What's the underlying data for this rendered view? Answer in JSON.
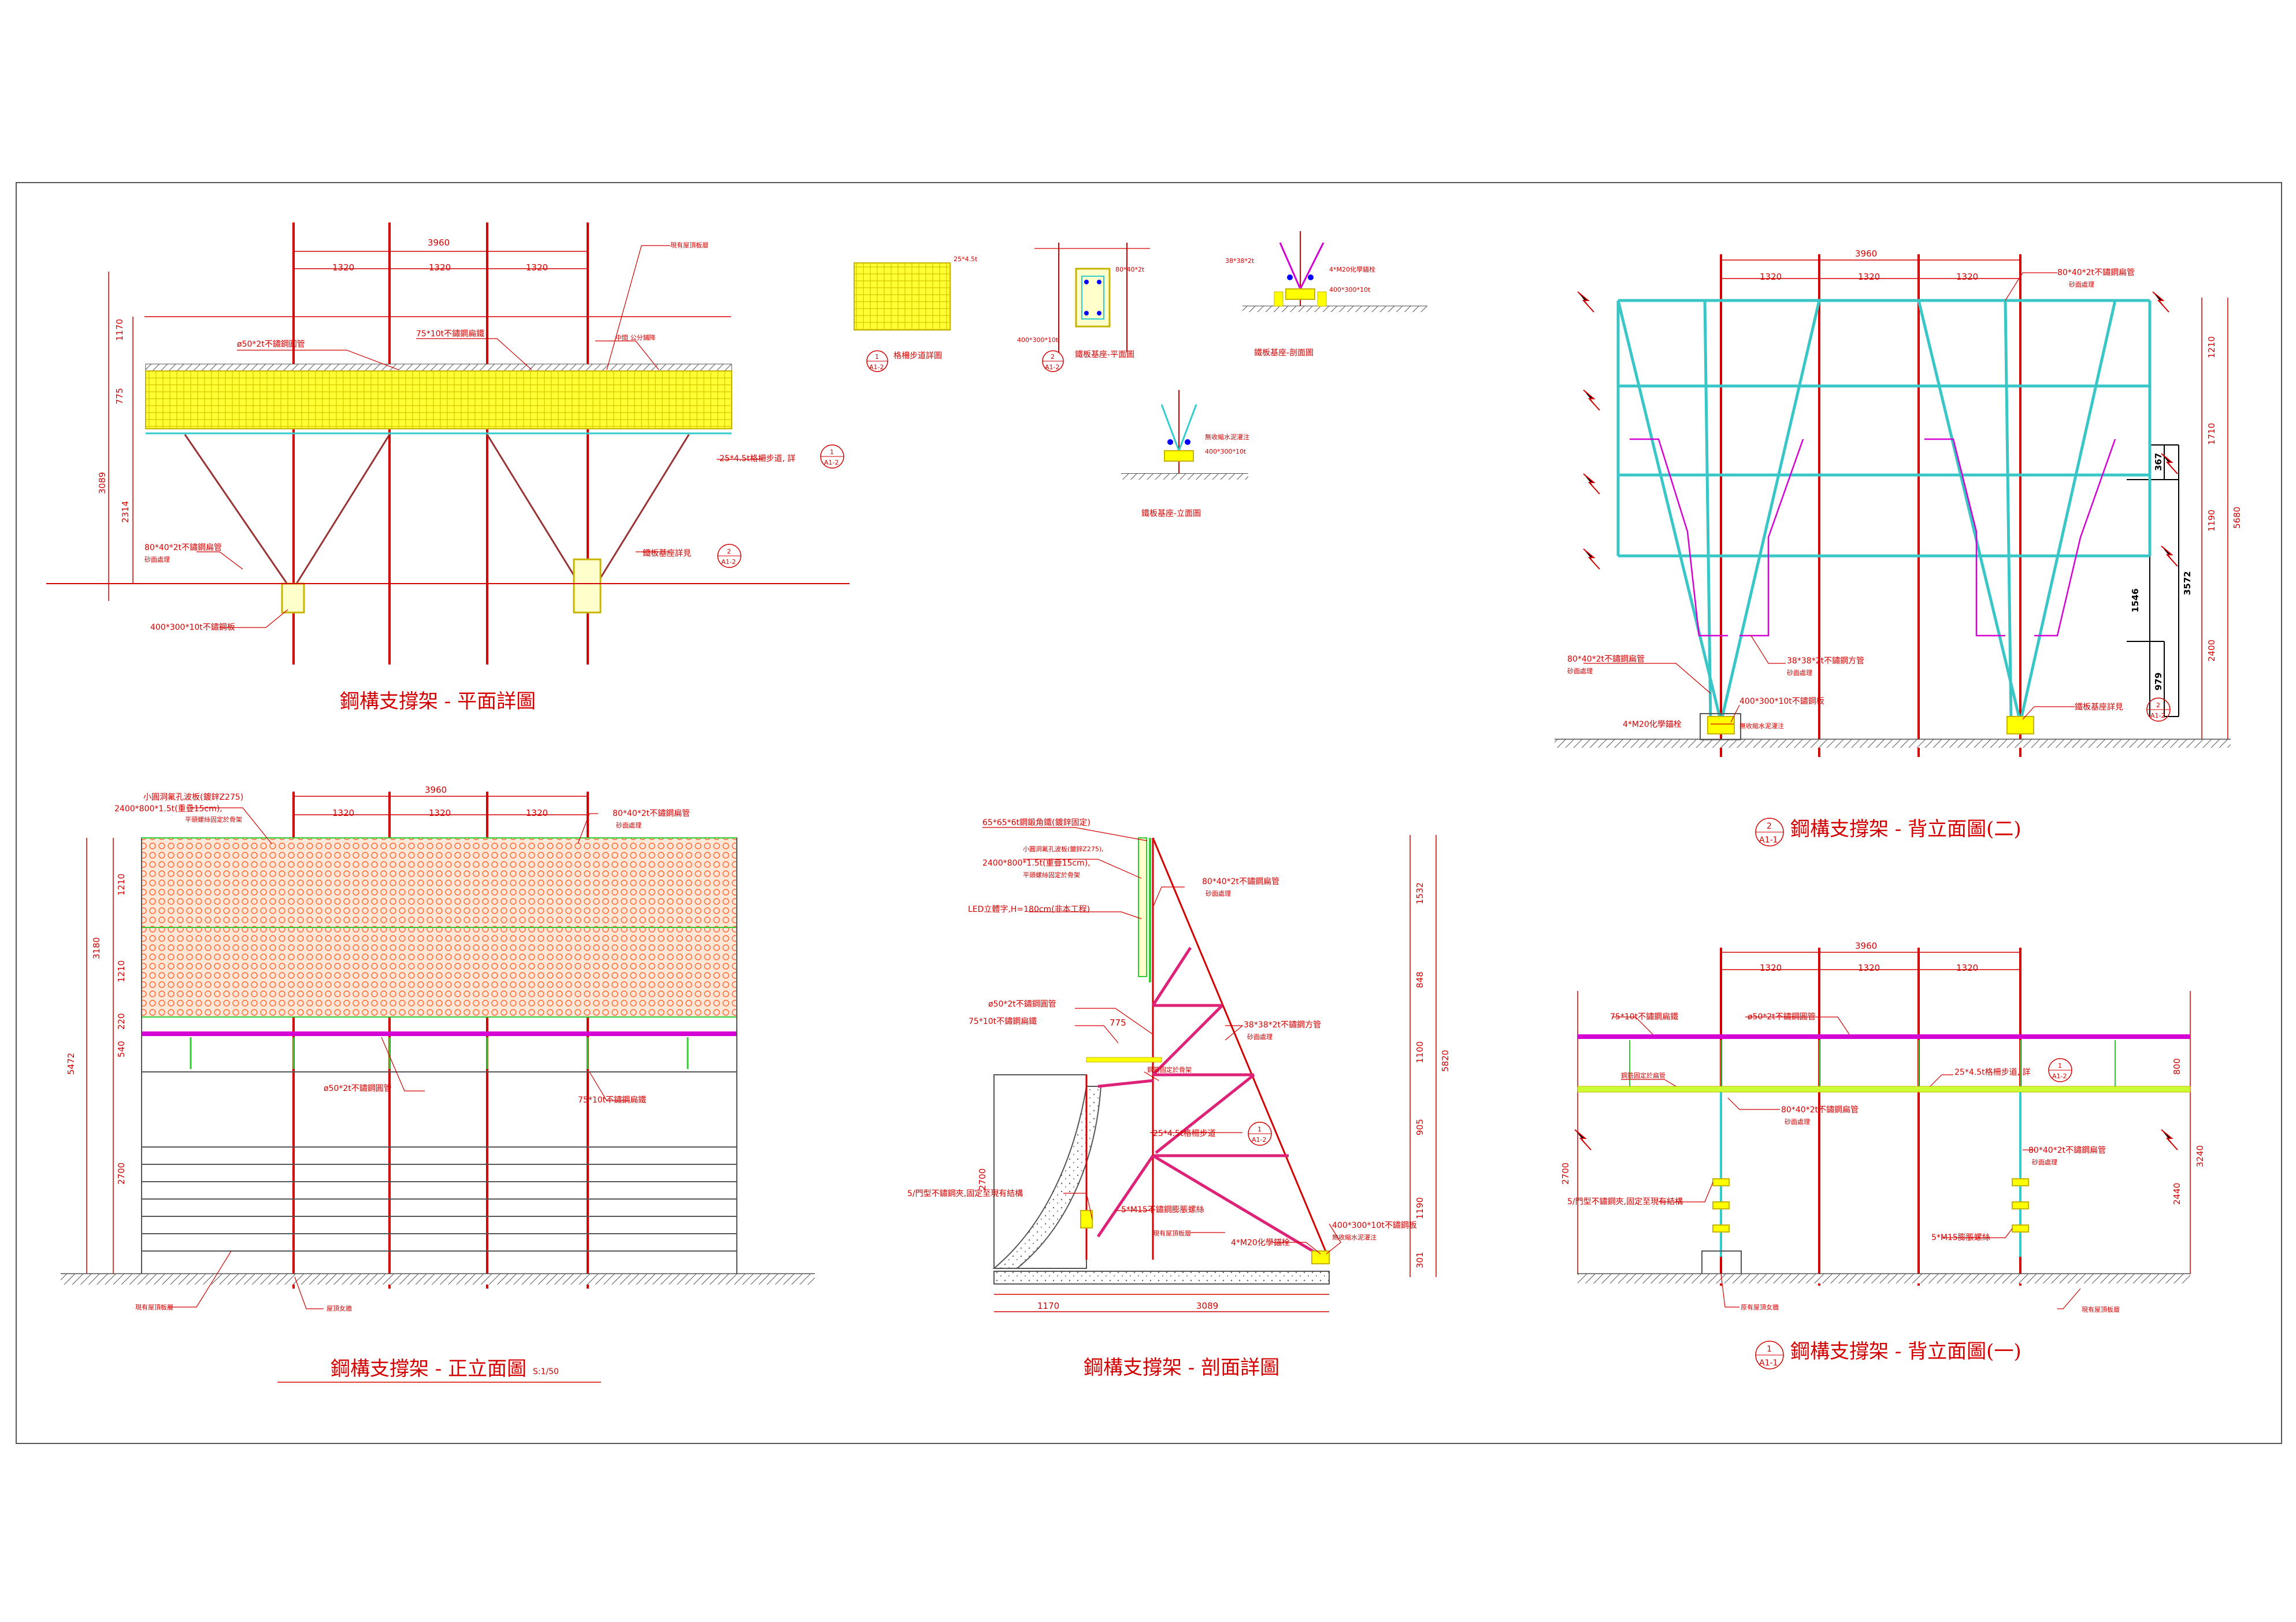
{
  "titles": {
    "plan": "鋼構支撐架 - 平面詳圖",
    "front": "鋼構支撐架 - 正立面圖",
    "front_scale": "S:1/50",
    "section": "鋼構支撐架 - 剖面詳圖",
    "back2": "鋼構支撐架 - 背立面圖(二)",
    "back1": "鋼構支撐架 - 背立面圖(一)",
    "step_detail": "格柵步道詳圖",
    "base_plan": "鐵板基座-平面圖",
    "base_section": "鐵板基座-剖面圖",
    "base_elev": "鐵板基座-立面圖"
  },
  "tags": {
    "plan_step": {
      "num": "1",
      "sheet": "A1-2"
    },
    "plan_base": {
      "num": "2",
      "sheet": "A1-2"
    },
    "step": {
      "num": "1",
      "sheet": "A1-2"
    },
    "base": {
      "num": "2",
      "sheet": "A1-2"
    },
    "back2": {
      "num": "2",
      "sheet": "A1-1"
    },
    "back1": {
      "num": "1",
      "sheet": "A1-1"
    }
  },
  "dims": {
    "total": "3960",
    "bay": "1320",
    "d1170": "1170",
    "d775": "775",
    "d2314": "2314",
    "d3089": "3089",
    "d1210": "1210",
    "d1710": "1710",
    "d1190": "1190",
    "d2400": "2400",
    "d5680": "5680",
    "d367": "367",
    "d1546": "1546",
    "d979": "979",
    "d3572": "3572",
    "d3180": "3180",
    "d5472": "5472",
    "d220": "220",
    "d540": "540",
    "d2700": "2700",
    "d1532": "1532",
    "d848": "848",
    "d1100": "1100",
    "d905": "905",
    "d5820": "5820",
    "d800": "800",
    "d2440": "2440",
    "d3240": "3240",
    "d301": "301"
  },
  "notes": {
    "plan_roof": "現有屋頂板層",
    "plan_pipe50": "ø50*2t不鏽鋼圓管",
    "plan_flat75": "75*10t不鏽鋼扁鐵",
    "plan_tile": "中間 公分鋪降",
    "plan_grate": "25*4.5t格柵步道, 詳",
    "plan_rect80": "80*40*2t不鏽鋼扁管",
    "plan_sand": "砂面處理",
    "plan_plate": "400*300*10t不鏽鋼板",
    "plan_base": "鐵板基座詳見",
    "front_panel1": "小圓洞氟孔波板(鍍鋅Z275)",
    "front_panel2": "2400*800*1.5t(重疊15cm),",
    "front_panel3": "平頭螺絲固定於骨架",
    "front_rect80": "80*40*2t不鏽鋼扁管",
    "front_sand": "砂面處理",
    "front_pipe50": "ø50*2t不鏽鋼圓管",
    "front_flat75": "75*10t不鏽鋼扁鐵",
    "front_roof": "現有屋頂板層",
    "front_wall": "屋頂女牆",
    "sec_angle": "65*65*6t鋼鍛角鐵(鍍鋅固定)",
    "sec_panel1": "小圓洞氟孔波板(鍍鋅Z275),",
    "sec_panel2": "2400*800*1.5t(重疊15cm),",
    "sec_panel3": "平頭螺絲固定於骨架",
    "sec_led": "LED立體字,H=180cm(非本工程)",
    "sec_pipe50": "ø50*2t不鏽鋼圓管",
    "sec_flat75": "75*10t不鏽鋼扁鐵",
    "sec_rect80": "80*40*2t不鏽鋼扁管",
    "sec_sand": "砂面處理",
    "sec_sq38": "38*38*2t不鏽鋼方管",
    "sec_fix": "鋼筋固定於骨架",
    "sec_grate": "25*4.5t格柵步道",
    "sec_clamp": "5/門型不鏽鋼夾,固定至現有結構",
    "sec_m15": "5*M15不鏽鋼膨脹螺絲",
    "sec_roof": "現有屋頂板層",
    "sec_m20": "4*M20化學錨栓",
    "sec_plate": "400*300*10t不鏽鋼板",
    "sec_mortar": "無收縮水泥灌注",
    "b2_rect80": "80*40*2t不鏽鋼扁管",
    "b2_sand": "砂面處理",
    "b2_sq38": "38*38*2t不鏽鋼方管",
    "b2_plate": "400*300*10t不鏽鋼板",
    "b2_m20": "4*M20化學錨栓",
    "b2_mortar": "無收縮水泥灌注",
    "b2_base": "鐵板基座詳見",
    "b1_flat75": "75*10t不鏽鋼扁鐵",
    "b1_pipe50": "ø50*2t不鏽鋼圓管",
    "b1_fix": "鋼筋固定於扁管",
    "b1_grate": "25*4.5t格柵步道, 詳",
    "b1_rect80": "80*40*2t不鏽鋼扁管",
    "b1_sand": "砂面處理",
    "b1_clamp": "5/門型不鏽鋼夾,固定至現有結構",
    "b1_m15": "5*M15膨脹螺絲",
    "b1_wall": "原有屋頂女牆",
    "b1_roof": "現有屋頂板層",
    "det_a": "25*4.5t",
    "det_b": "400*300*10t",
    "det_c": "4*M20化學錨栓",
    "det_d": "80*40*2t",
    "det_e": "38*38*2t",
    "det_f": "無收縮水泥灌注"
  },
  "colors": {
    "red": "#d40000",
    "cyan": "#39c6c6",
    "magenta": "#d400d4",
    "yellow": "#ffff00",
    "orange": "#ff9966",
    "green": "#33cc33",
    "gray": "#555555"
  }
}
